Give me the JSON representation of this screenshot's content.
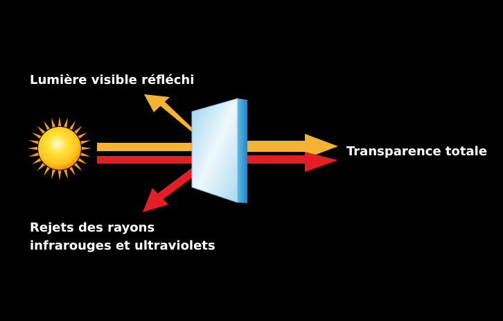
{
  "labels": {
    "reflected_visible": "Lumière visible réfléchi",
    "transmitted": "Transparence totale",
    "rejected_line1": "Rejets des rayons",
    "rejected_line2": "infrarouges et ultraviolets"
  },
  "colors": {
    "background": "#000000",
    "visible_light": "#f5b335",
    "infrared_uv": "#e31e24",
    "sun_core": "#ffd21a",
    "sun_rays": "#f59a1a",
    "glass_face": "#c9e8f7",
    "glass_edge": "#2f9bd8"
  },
  "icons": {
    "sun": "sun-icon",
    "glass": "glass-pane-icon"
  }
}
